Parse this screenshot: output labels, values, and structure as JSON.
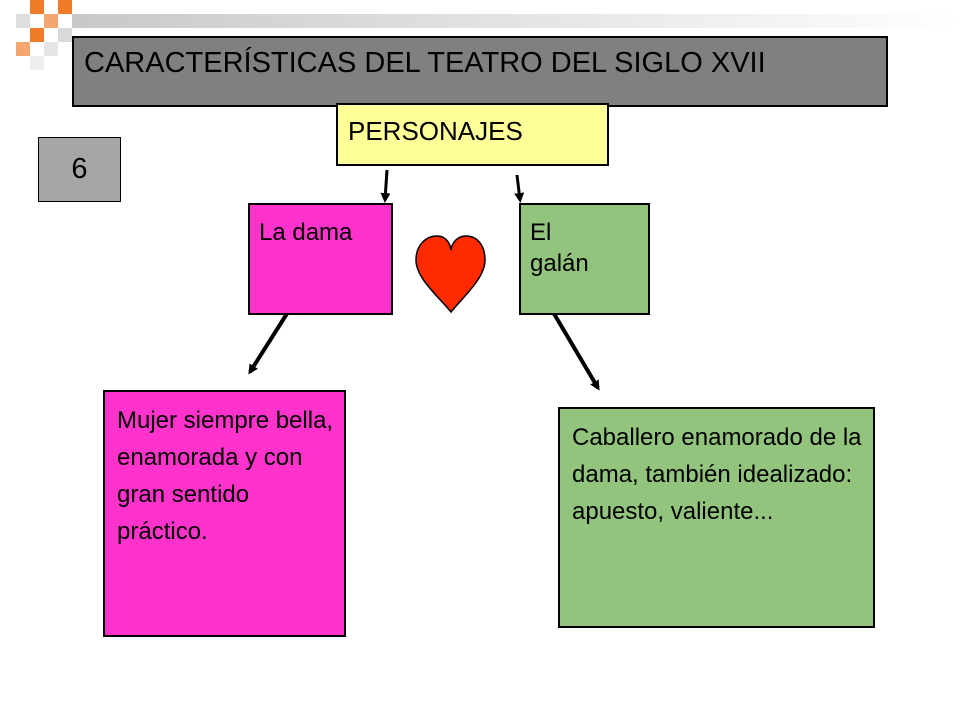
{
  "title": "CARACTERÍSTICAS DEL TEATRO DEL SIGLO XVII",
  "category": "PERSONAJES",
  "slide_number": "6",
  "nodes": {
    "dama": {
      "label": "La dama",
      "description": "Mujer siempre bella, enamorada y con gran sentido práctico."
    },
    "galan": {
      "label": "El galán",
      "description": "Caballero enamorado de la dama, también idealizado: apuesto, valiente..."
    }
  },
  "colors": {
    "title_bg": "#808080",
    "category_bg": "#ffff99",
    "dama_bg": "#ff33cc",
    "galan_bg": "#92c47d",
    "heart": "#ff2a00",
    "deco_orange": "#f07c2a",
    "deco_gray": "#c8c8c8"
  },
  "icons": {
    "heart": "heart-icon"
  }
}
